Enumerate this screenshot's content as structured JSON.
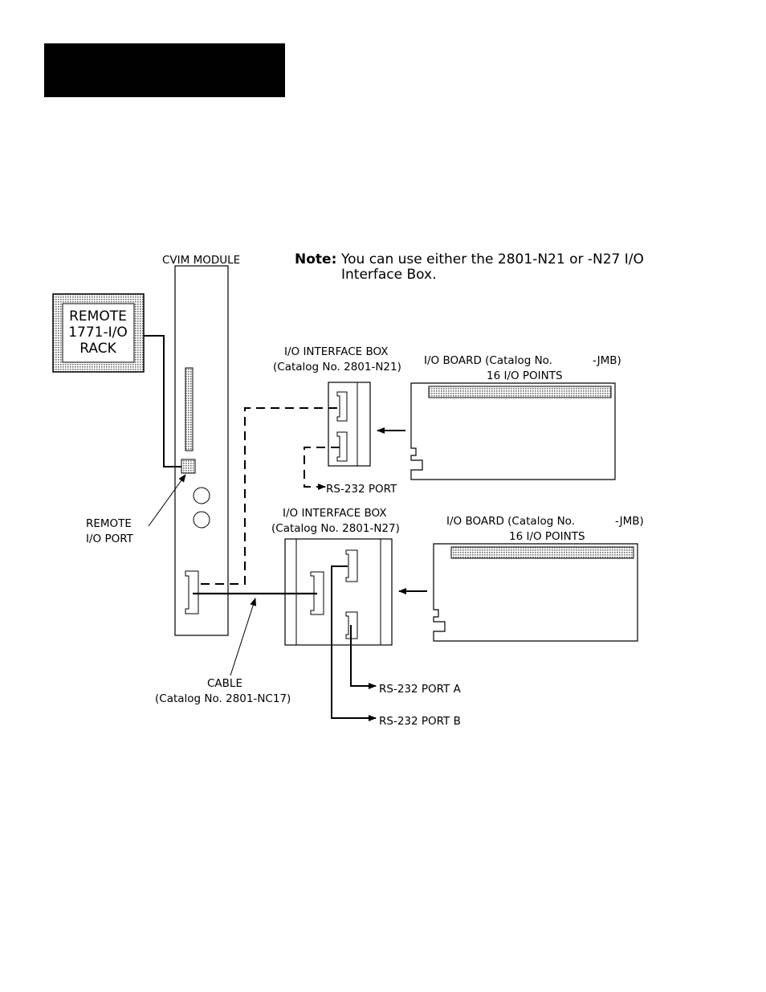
{
  "note": {
    "label": "Note:",
    "line1": "You can use either the 2801-N21 or -N27 I/O",
    "line2": "Interface Box."
  },
  "cvim": {
    "label": "CVIM MODULE"
  },
  "remote_rack": {
    "line1": "REMOTE",
    "line2": "1771-I/O",
    "line3": "RACK"
  },
  "remote_port": {
    "line1": "REMOTE",
    "line2": "I/O PORT"
  },
  "box_n21": {
    "line1": "I/O INTERFACE BOX",
    "line2": "(Catalog No. 2801-N21)",
    "port_label": "RS-232 PORT"
  },
  "box_n27": {
    "line1": "I/O INTERFACE BOX",
    "line2": "(Catalog No. 2801-N27)",
    "port_a": "RS-232 PORT A",
    "port_b": "RS-232 PORT B"
  },
  "board_top": {
    "line1_a": "I/O BOARD (Catalog No.",
    "line1_b": "-JMB)",
    "line2": "16 I/O POINTS"
  },
  "board_bottom": {
    "line1_a": "I/O BOARD (Catalog No.",
    "line1_b": "-JMB)",
    "line2": "16 I/O POINTS"
  },
  "cable": {
    "line1": "CABLE",
    "line2": "(Catalog No. 2801-NC17)"
  },
  "colors": {
    "ink": "#000000",
    "shade": "#b5b5b5",
    "background": "#ffffff"
  }
}
